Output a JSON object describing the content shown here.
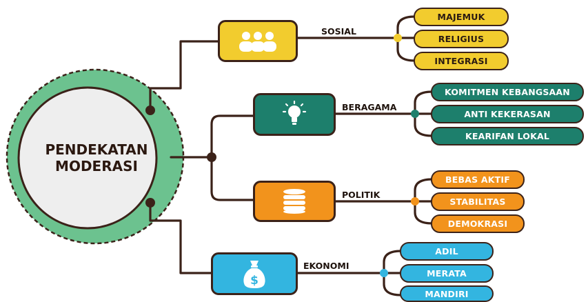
{
  "center": {
    "line1": "PENDEKATAN",
    "line2": "MODERASI"
  },
  "branches": [
    {
      "key": "sosial",
      "label": "SOSIAL",
      "color": "#f2cc2e",
      "icon": "people-icon",
      "items": [
        "MAJEMUK",
        "RELIGIUS",
        "INTEGRASI"
      ]
    },
    {
      "key": "beragama",
      "label": "BERAGAMA",
      "color": "#1d7f6c",
      "icon": "lightbulb-icon",
      "items": [
        "KOMITMEN KEBANGSAAN",
        "ANTI KEKERASAN",
        "KEARIFAN LOKAL"
      ]
    },
    {
      "key": "politik",
      "label": "POLITIK",
      "color": "#f2931c",
      "icon": "database-icon",
      "items": [
        "BEBAS AKTIF",
        "STABILITAS",
        "DEMOKRASI"
      ]
    },
    {
      "key": "ekonomi",
      "label": "EKONOMI",
      "color": "#33b5e0",
      "icon": "money-bag-icon",
      "items": [
        "ADIL",
        "MERATA",
        "MANDIRI"
      ]
    }
  ],
  "colors": {
    "line": "#3b2219",
    "ring": "#6cc28f",
    "center_fill": "#eeeeee"
  },
  "icon_text": {
    "dollar": "$"
  }
}
